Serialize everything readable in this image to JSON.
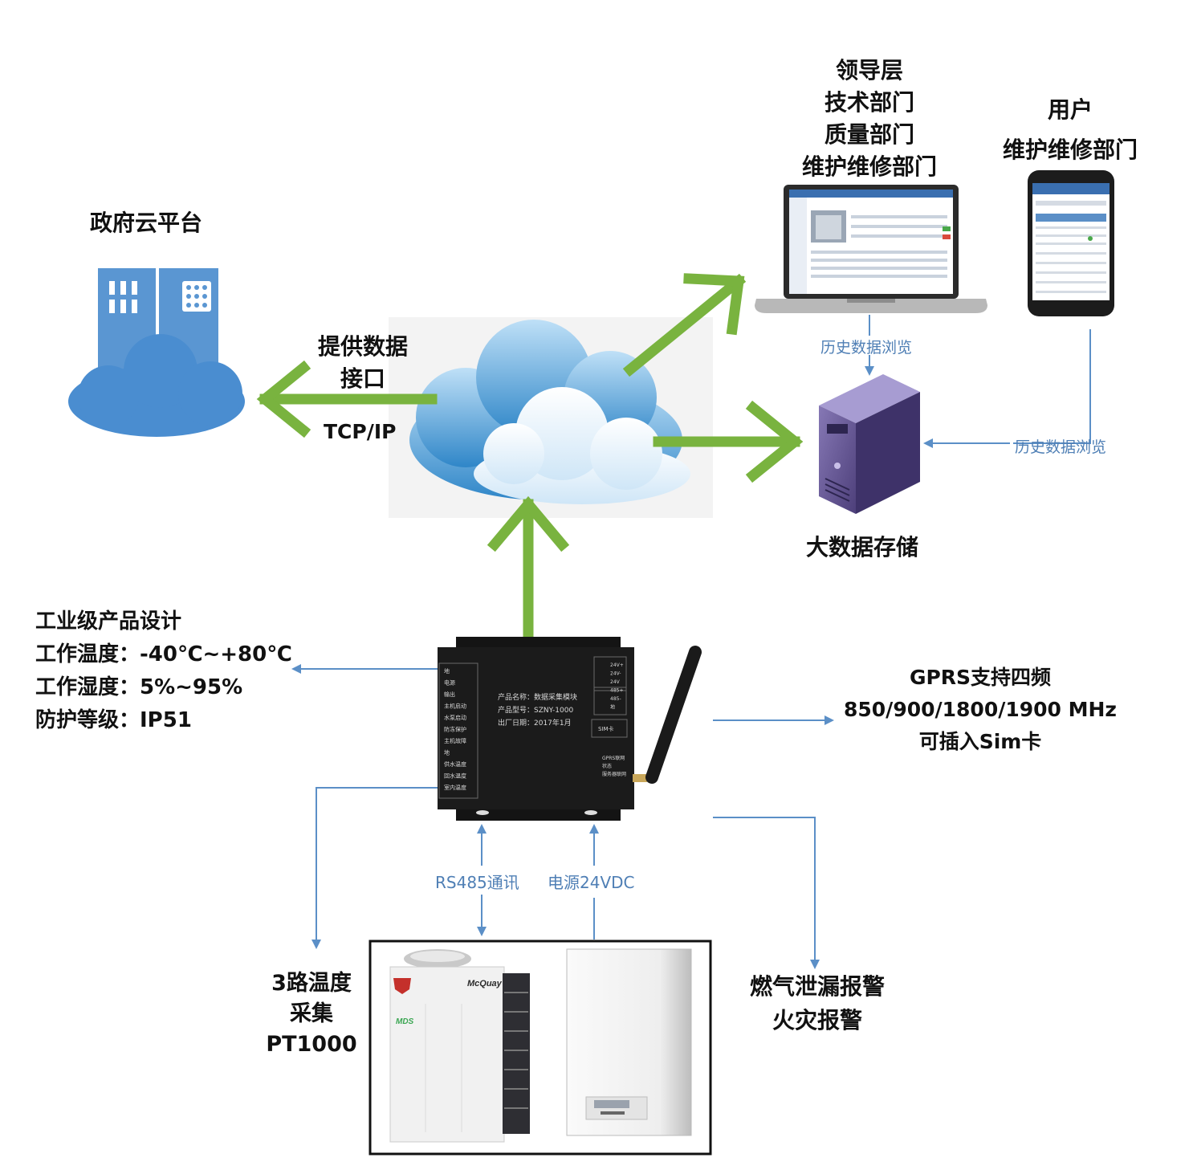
{
  "labels": {
    "gov_cloud": "政府云平台",
    "interface": [
      "提供数据",
      "接口"
    ],
    "protocol": "TCP/IP",
    "departments": [
      "领导层",
      "技术部门",
      "质量部门",
      "维护维修部门"
    ],
    "users": [
      "用户",
      "维护维修部门"
    ],
    "history_browse_1": "历史数据浏览",
    "history_browse_2": "历史数据浏览",
    "bigdata": "大数据存储",
    "product_design": [
      "工业级产品设计",
      "工作温度：-40℃~+80℃",
      "工作湿度：5%~95%",
      "防护等级：IP51"
    ],
    "gprs": [
      "GPRS支持四频",
      "850/900/1800/1900 MHz",
      "可插入Sim卡"
    ],
    "rs485": "RS485通讯",
    "power": "电源24VDC",
    "temperature": [
      "3路温度",
      "采集",
      "PT1000"
    ],
    "alarm": [
      "燃气泄漏报警",
      "火灾报警"
    ]
  },
  "device": {
    "name_line": "产品名称：数据采集模块",
    "model_line": "产品型号：SZNY-1000",
    "date_line": "出厂日期：2017年1月",
    "sim_label": "SIM卡",
    "left_terminals": [
      "地",
      "电源",
      "输出",
      "主机启动",
      "水泵启动",
      "防冻保护",
      "主机故障",
      "地",
      "供水温度",
      "回水温度",
      "室内温度"
    ],
    "right_terminals": [
      "24V+",
      "24V-",
      "24V",
      "485+",
      "485-",
      "地"
    ],
    "side_labels": [
      "GPRS联网",
      "状态",
      "服务器联网"
    ]
  },
  "unit_brand": "McQuay",
  "unit_logo": "MDS",
  "colors": {
    "green_arrow": "#79b33f",
    "blue_line": "#5b8fc7",
    "blue_text": "#4f7fb5",
    "building": "#5a96d2",
    "server": "#5d4f8c"
  }
}
